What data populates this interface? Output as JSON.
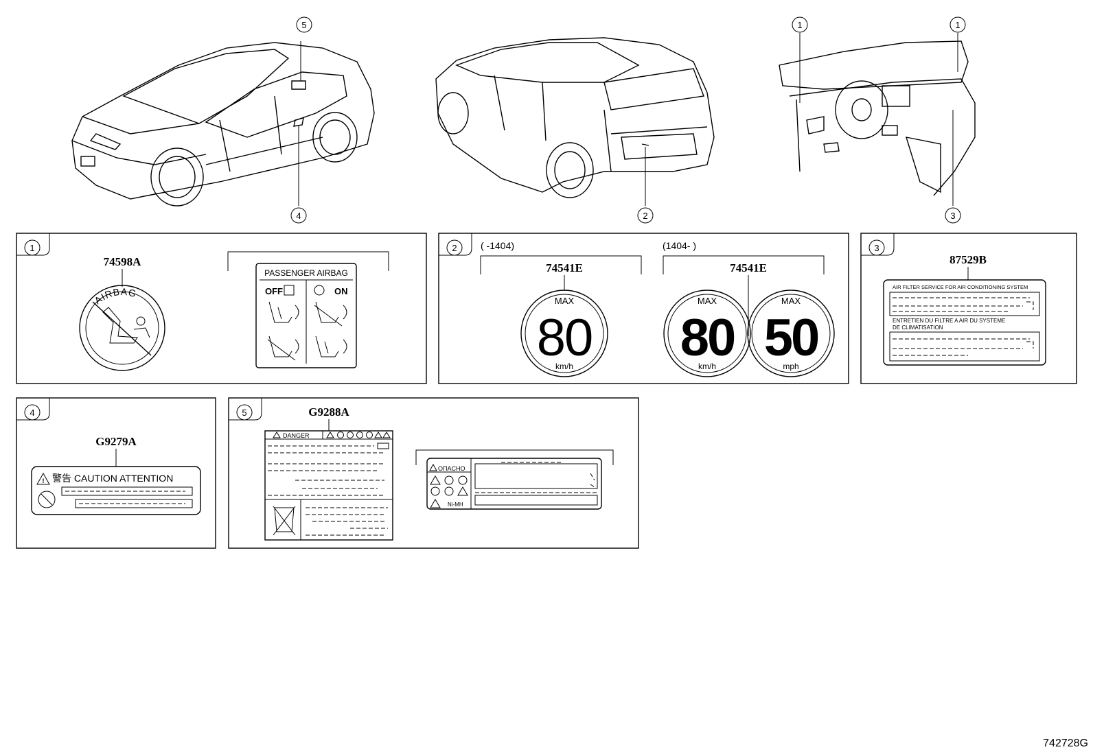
{
  "callouts": {
    "c1": "1",
    "c2": "2",
    "c3": "3",
    "c4": "4",
    "c5": "5"
  },
  "panel1": {
    "num": "1",
    "part": "74598A",
    "seal_text": "AIRBAG",
    "label_title": "PASSENGER  AIRBAG",
    "off": "OFF",
    "on": "ON"
  },
  "panel2": {
    "num": "2",
    "range_a": "(      -1404)",
    "range_b": "(1404-      )",
    "part_a": "74541E",
    "part_b": "74541E",
    "max": "MAX",
    "speed_a": "80",
    "unit_a": "km/h",
    "speed_b1": "80",
    "unit_b1": "km/h",
    "speed_b2": "50",
    "unit_b2": "mph"
  },
  "panel3": {
    "num": "3",
    "part": "87529B",
    "line1": "AIR FILTER SERVICE FOR AIR CONDITIONING SYSTEM",
    "line2": "ENTRETIEN DU FILTRE A AIR DU SYSTEME",
    "line3": "DE CLIMATISATION"
  },
  "panel4": {
    "num": "4",
    "part": "G9279A",
    "caution": "警告 CAUTION ATTENTION"
  },
  "panel5": {
    "num": "5",
    "part": "G9288A",
    "danger": "DANGER",
    "opacho": "OПACHO",
    "nimh": "Ni-MH"
  },
  "figure_id": "742728G"
}
